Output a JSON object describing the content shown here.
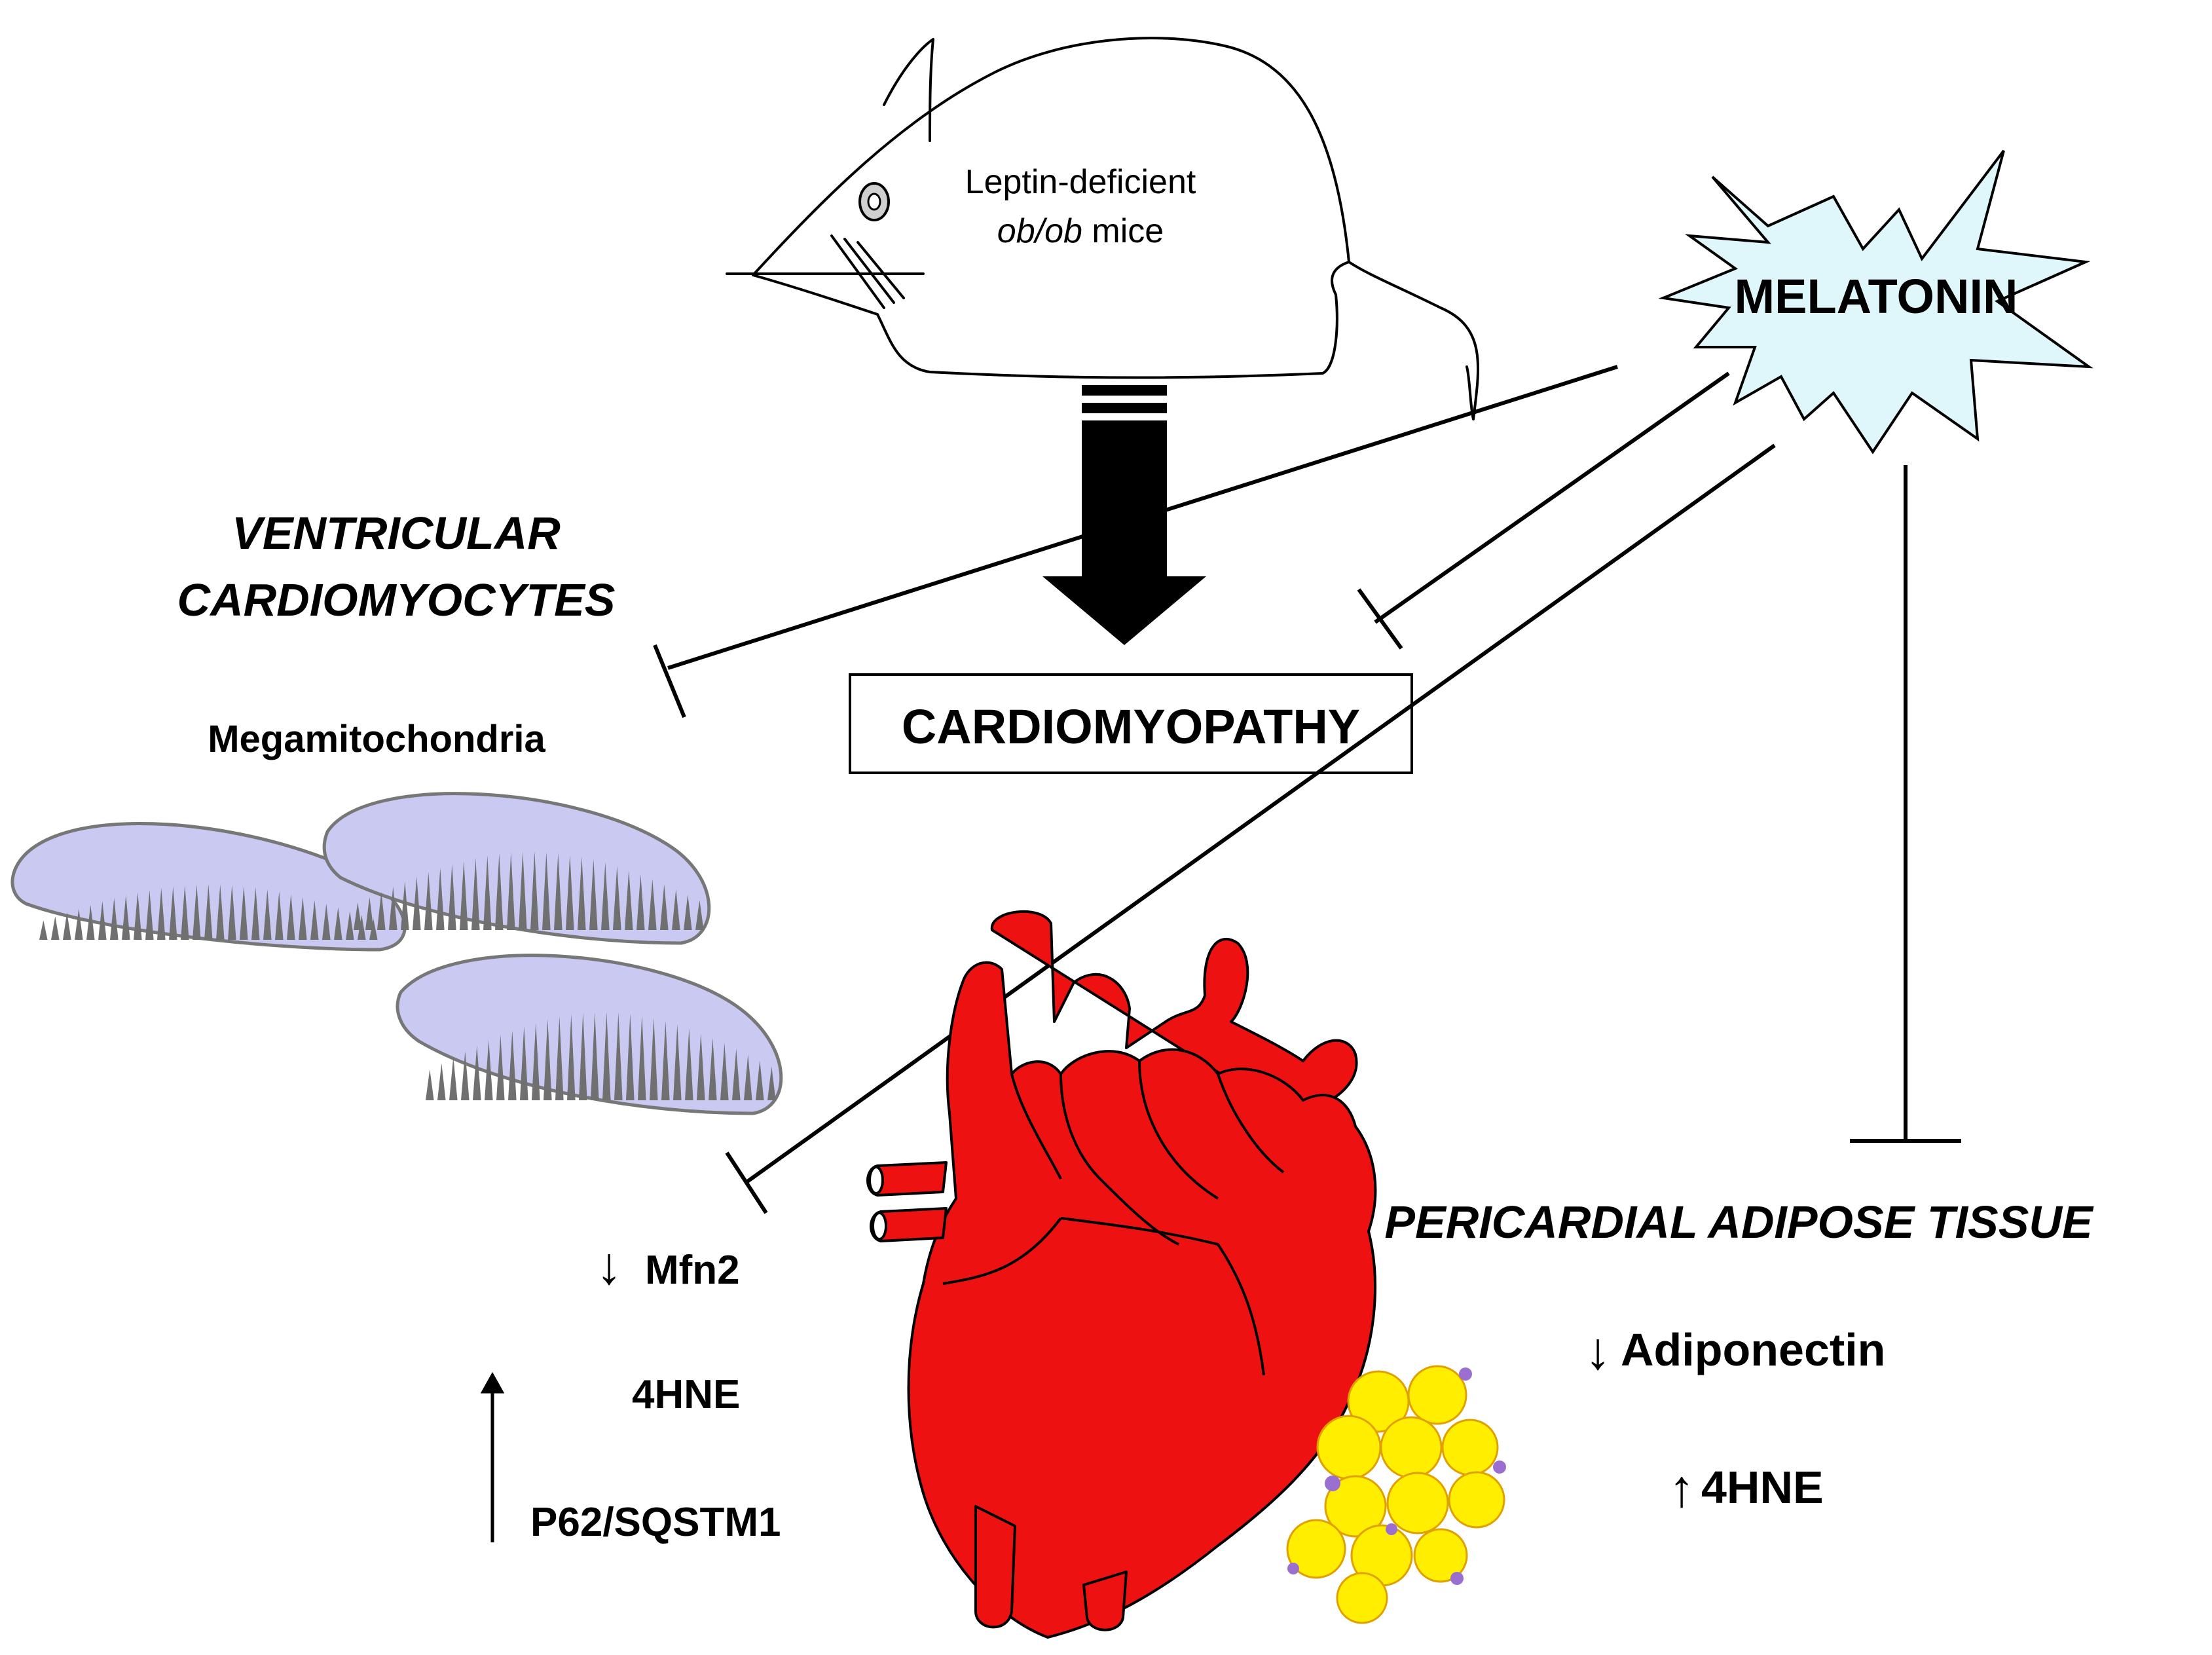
{
  "mouse": {
    "label_line1": "Leptin-deficient",
    "label_line2_italic": "ob/ob",
    "label_line2_rest": " mice"
  },
  "melatonin": {
    "label": "MELATONIN",
    "fill_color": "#dff6fb"
  },
  "outcome": {
    "label": "CARDIOMYOPATHY"
  },
  "cardiomyocytes": {
    "title_line1": "VENTRICULAR",
    "title_line2": "CARDIOMYOCYTES",
    "megamito_label": "Megamitochondria",
    "mito_fill": "#c9c9f2",
    "markers": {
      "down_arrow": "↓",
      "mfn2": "Mfn2",
      "hne": "4HNE",
      "p62": "P62/SQSTM1"
    }
  },
  "adipose": {
    "title": "PERICARDIAL ADIPOSE TISSUE",
    "down_arrow": "↓",
    "adiponectin": "Adiponectin",
    "up_arrow": "↑",
    "hne": "4HNE",
    "fat_color": "#ffee00",
    "fat_accent": "#9a6fd0"
  },
  "heart": {
    "color": "#ee1111"
  }
}
